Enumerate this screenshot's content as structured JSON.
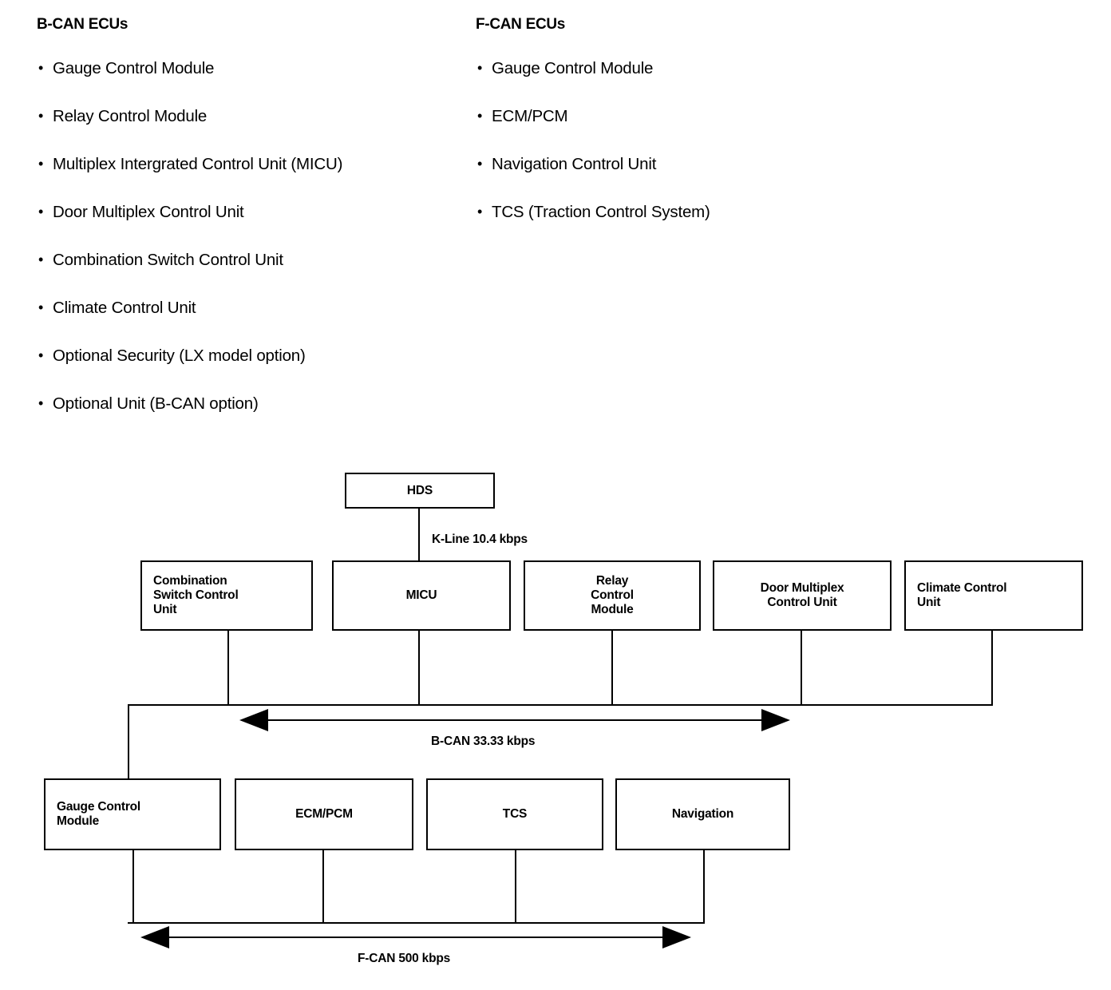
{
  "lists": [
    {
      "id": "b-can",
      "heading": "B-CAN ECUs",
      "bullet": "•",
      "items": [
        "Gauge Control Module",
        "Relay Control Module",
        "Multiplex Intergrated Control Unit (MICU)",
        "Door Multiplex Control Unit",
        "Combination Switch Control Unit",
        "Climate Control Unit",
        "Optional Security (LX model option)",
        "Optional Unit (B-CAN option)"
      ]
    },
    {
      "id": "f-can",
      "heading": "F-CAN ECUs",
      "bullet": "•",
      "items": [
        "Gauge Control Module",
        "ECM/PCM",
        "Navigation Control Unit",
        "TCS (Traction Control System)"
      ]
    }
  ],
  "diagram": {
    "hds": "HDS",
    "kline_label": "K-Line 10.4 kbps",
    "bcan_label": "B-CAN 33.33 kbps",
    "fcan_label": "F-CAN 500 kbps",
    "bcan_nodes": [
      "Combination\nSwitch Control\nUnit",
      "MICU",
      "Relay\nControl\nModule",
      "Door Multiplex\nControl Unit",
      "Climate Control\nUnit"
    ],
    "fcan_nodes": [
      "Gauge Control\nModule",
      "ECM/PCM",
      "TCS",
      "Navigation"
    ]
  },
  "colors": {
    "ink": "#000000",
    "paper": "#ffffff"
  }
}
